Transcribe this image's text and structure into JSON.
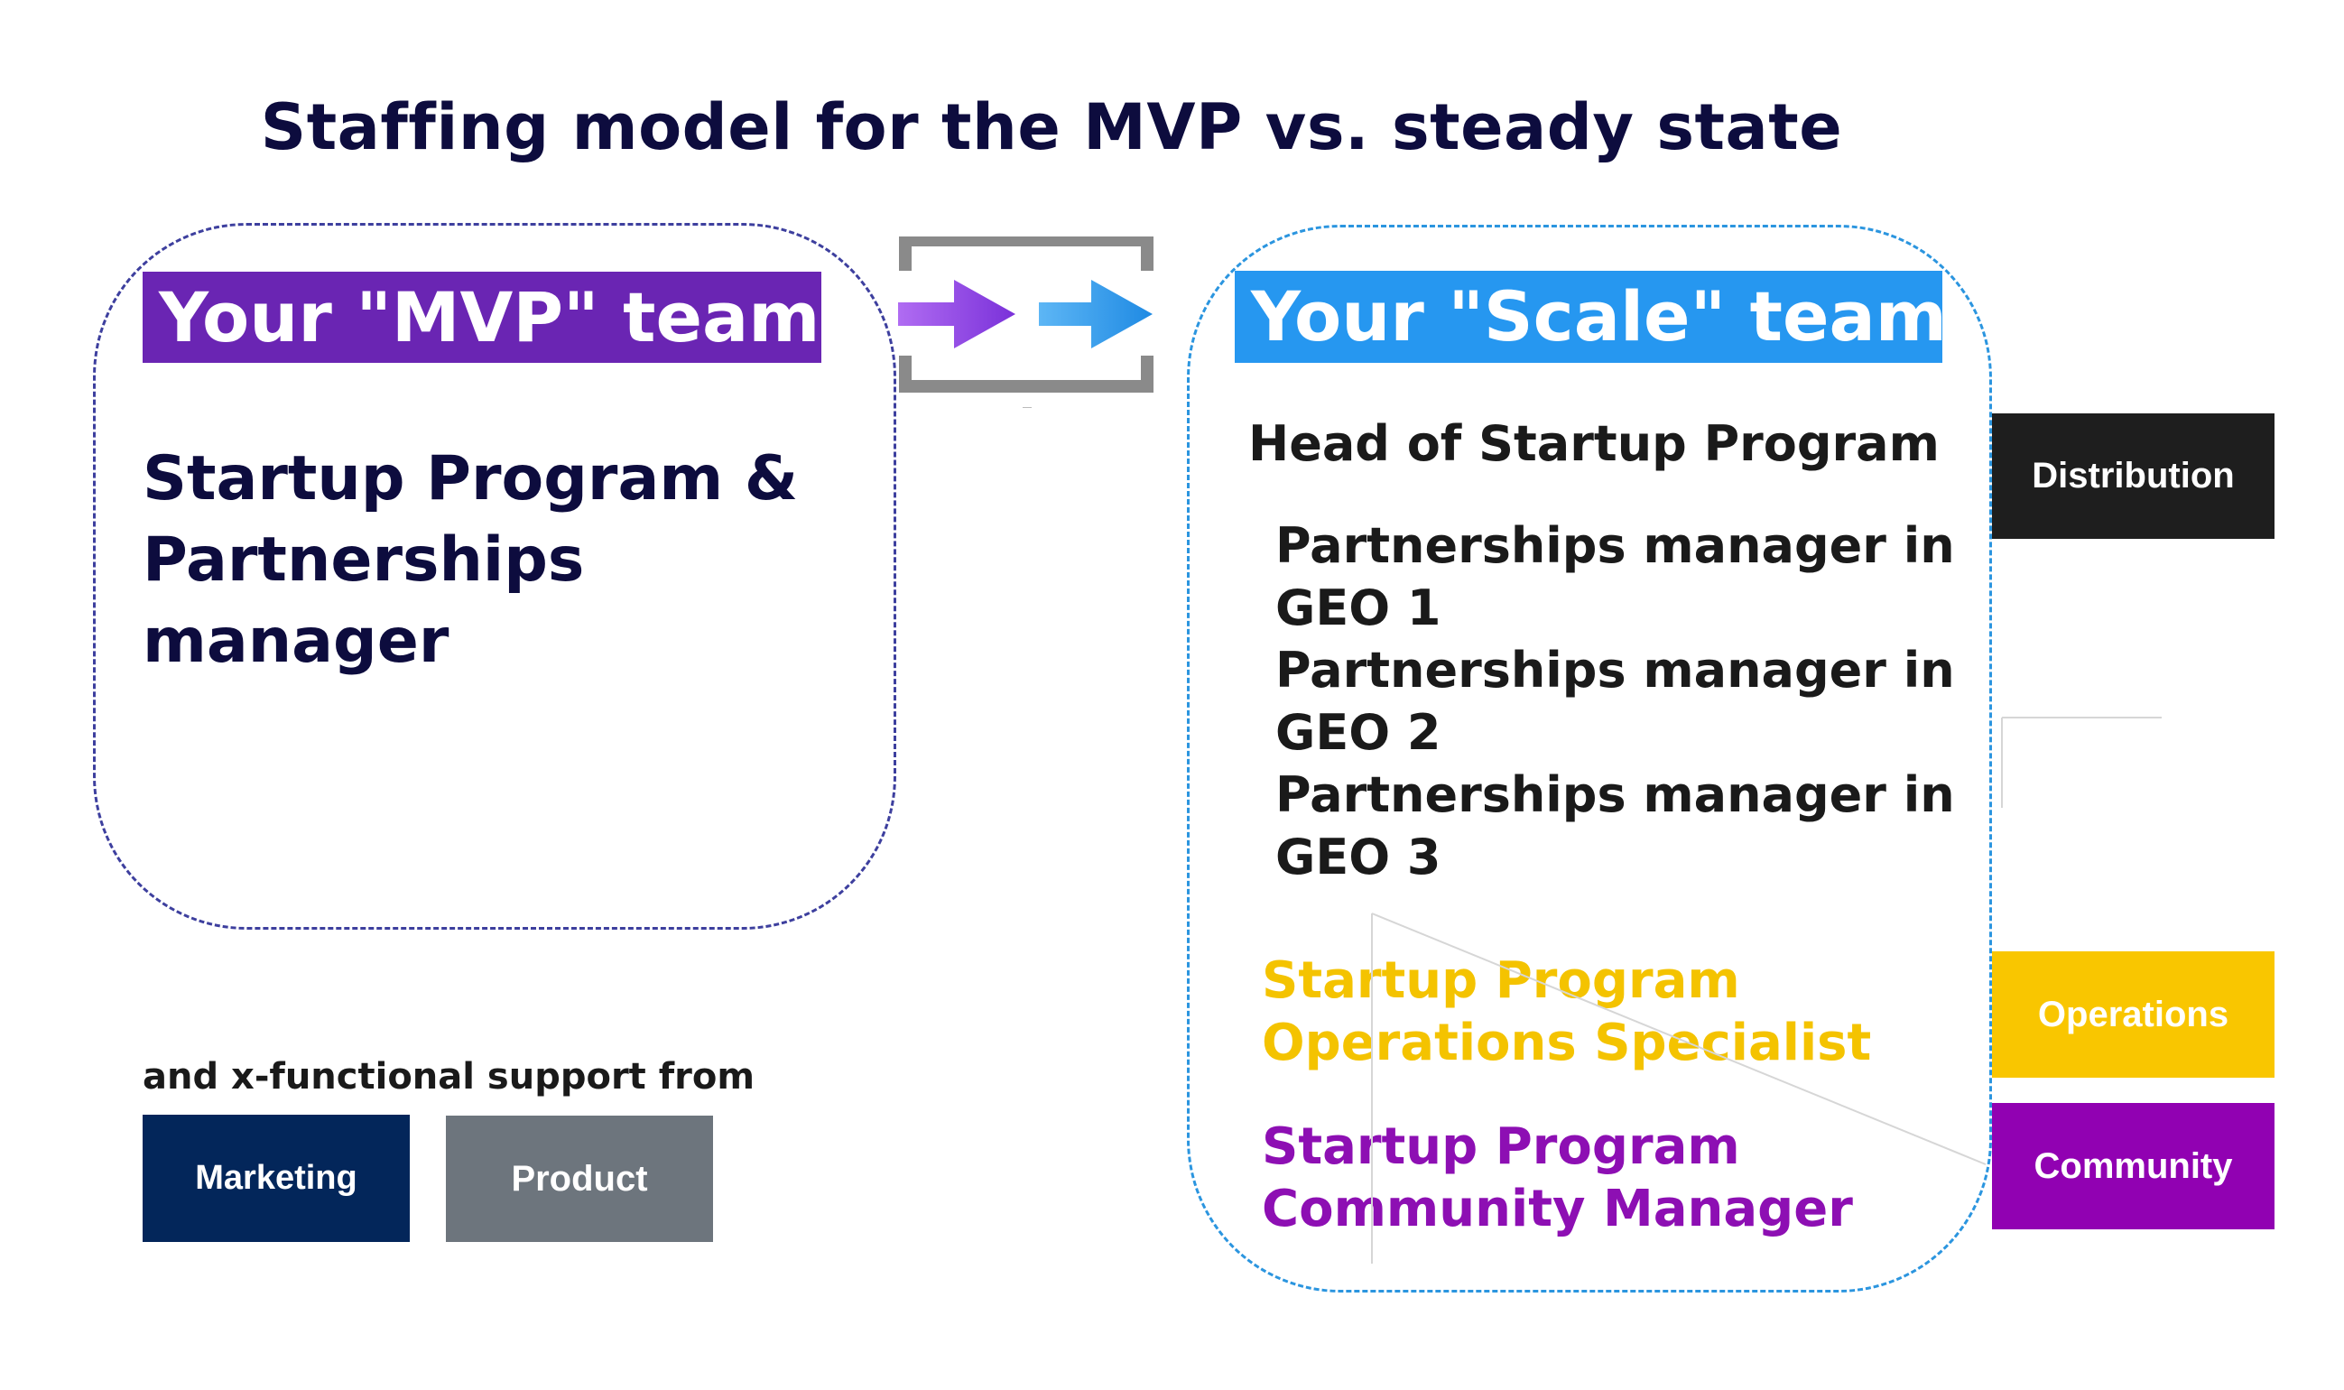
{
  "title": "Staffing model for the MVP vs. steady state",
  "mvp": {
    "banner": "Your \"MVP\" team",
    "role": "Startup Program & Partnerships manager",
    "support_label": "and x-functional support from",
    "support_teams": [
      "Marketing",
      "Product"
    ]
  },
  "transition_icon": "arrows-right-icon",
  "scale": {
    "banner": "Your \"Scale\" team",
    "head": "Head of Startup Program",
    "managers": [
      "Partnerships manager in GEO 1",
      "Partnerships manager in GEO 2",
      "Partnerships manager in GEO 3"
    ],
    "operations_role": "Startup Program Operations Specialist",
    "community_role": "Startup Program Community Manager"
  },
  "tags": {
    "distribution": "Distribution",
    "operations": "Operations",
    "community": "Community"
  },
  "colors": {
    "title": "#0d0c3e",
    "mvp_banner": "#6a25b3",
    "scale_banner": "#2697f0",
    "marketing": "#03265a",
    "product": "#6d757d",
    "distribution": "#1e1e1e",
    "operations": "#f9c600",
    "community": "#9101b2"
  }
}
